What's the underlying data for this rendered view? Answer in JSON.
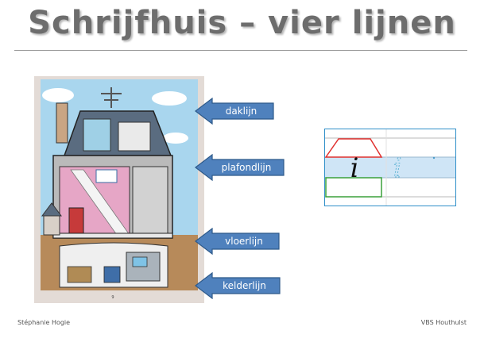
{
  "slide": {
    "title": "Schrijfhuis – vier lijnen",
    "page_number": "9"
  },
  "arrows": [
    {
      "label": "daklijn"
    },
    {
      "label": "plafondlijn"
    },
    {
      "label": "vloerlijn"
    },
    {
      "label": "kelderlijn"
    }
  ],
  "footer": {
    "author": "Stéphanie Hogie",
    "school": "VBS Houthulst"
  },
  "colors": {
    "arrow_fill": "#4f81bd",
    "arrow_stroke": "#2e5a8a",
    "roof_zone": "#e0312f",
    "middle_zone": "#cfe5f6",
    "cellar_zone": "#3aa03a",
    "frame": "#2f8fc9"
  },
  "letters": {
    "solid": "i",
    "dotted": "i"
  }
}
